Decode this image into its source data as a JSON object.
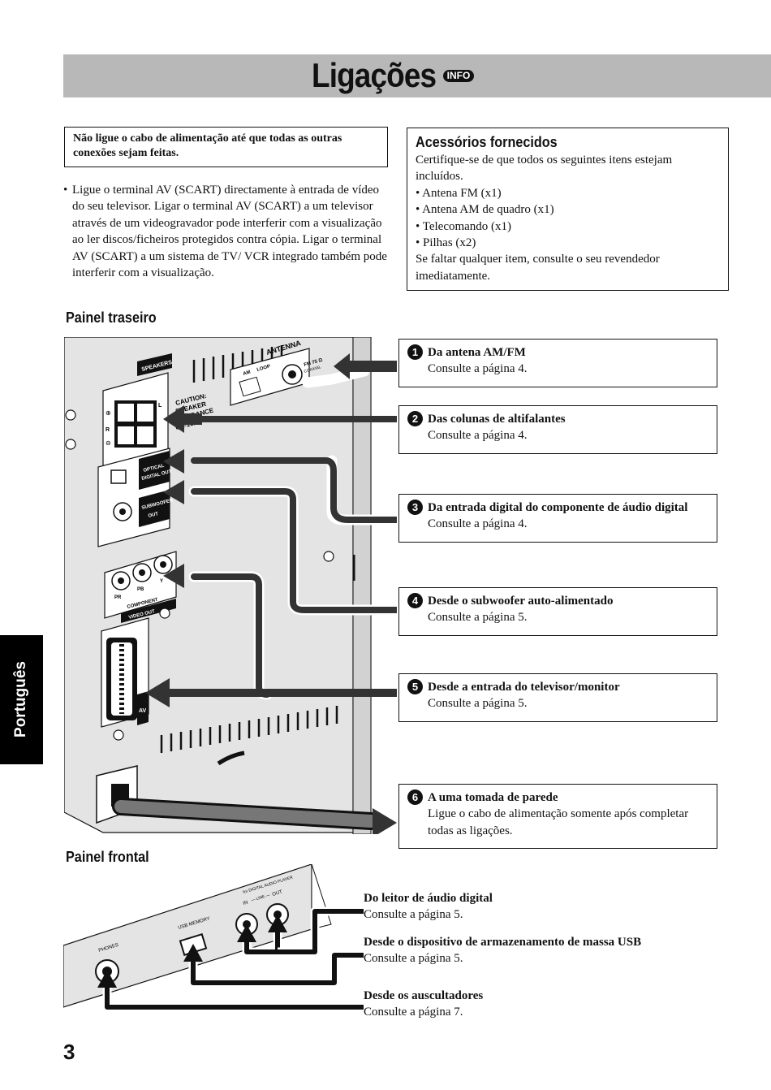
{
  "header": {
    "title": "Ligações",
    "badge": "INFO"
  },
  "warning": "Não ligue o cabo de alimentação até que todas as outras conexões sejam feitas.",
  "intro_bullet": {
    "bullet": "•",
    "text": "Ligue o terminal AV (SCART) directamente à entrada de vídeo do seu televisor. Ligar o terminal AV (SCART) a um televisor através de um videogravador pode interferir com a visualização ao ler discos/ficheiros protegidos contra cópia. Ligar o terminal AV (SCART) a um sistema de TV/ VCR integrado também pode interferir com a visualização."
  },
  "accessories": {
    "heading": "Acessórios fornecidos",
    "intro": "Certifique-se de que todos os seguintes itens estejam incluídos.",
    "items": [
      "• Antena FM (x1)",
      "• Antena AM de quadro (x1)",
      "• Telecomando (x1)",
      "• Pilhas (x2)"
    ],
    "outro": "Se faltar qualquer item, consulte o seu revendedor imediatamente."
  },
  "rear_panel": {
    "heading": "Painel traseiro",
    "labels": {
      "antenna": "ANTENNA",
      "am": "AM",
      "loop": "LOOP",
      "fm": "FM 75 Ω",
      "coaxial": "COAXIAL",
      "speakers": "SPEAKERS",
      "left": "L",
      "right": "R",
      "plus": "⊕",
      "minus": "⊖",
      "caution1": "CAUTION:",
      "caution2": "SPEAKER",
      "caution3": "IMPEDANCE",
      "caution4": "6Ω-16Ω",
      "optical1": "OPTICAL",
      "optical2": "DIGITAL OUT",
      "sub1": "SUBWOOFER",
      "sub2": "OUT",
      "pr": "PR",
      "pb": "PB",
      "y": "Y",
      "component": "COMPONENT",
      "video_out": "VIDEO OUT",
      "av": "AV"
    },
    "callouts": [
      {
        "num": "1",
        "title": "Da antena AM/FM",
        "sub": "Consulte a página 4."
      },
      {
        "num": "2",
        "title": "Das colunas de altifalantes",
        "sub": "Consulte a página 4."
      },
      {
        "num": "3",
        "title": "Da entrada digital do componente de áudio digital",
        "sub": "Consulte a página 4."
      },
      {
        "num": "4",
        "title": "Desde o subwoofer auto-alimentado",
        "sub": "Consulte a página 5."
      },
      {
        "num": "5",
        "title": "Desde a entrada do televisor/monitor",
        "sub": "Consulte a página 5."
      },
      {
        "num": "6",
        "title": "A uma tomada de parede",
        "sub": "Ligue o cabo de alimentação somente após completar todas as ligações."
      }
    ]
  },
  "front_panel": {
    "heading": "Painel frontal",
    "labels": {
      "phones": "PHONES",
      "usb": "USB MEMORY",
      "dap": "for DIGITAL AUDIO PLAYER",
      "in": "IN",
      "line": "— LINE —",
      "out": "OUT"
    },
    "items": [
      {
        "title": "Do leitor de áudio digital",
        "sub": "Consulte a página 5."
      },
      {
        "title": "Desde o dispositivo de armazenamento de massa USB",
        "sub": "Consulte a página 5."
      },
      {
        "title": "Desde os auscultadores",
        "sub": "Consulte a página 7."
      }
    ]
  },
  "side_tab": "Português",
  "page_number": "3",
  "colors": {
    "band": "#b8b8b8",
    "panel": "#e4e4e4",
    "ink": "#111111"
  }
}
